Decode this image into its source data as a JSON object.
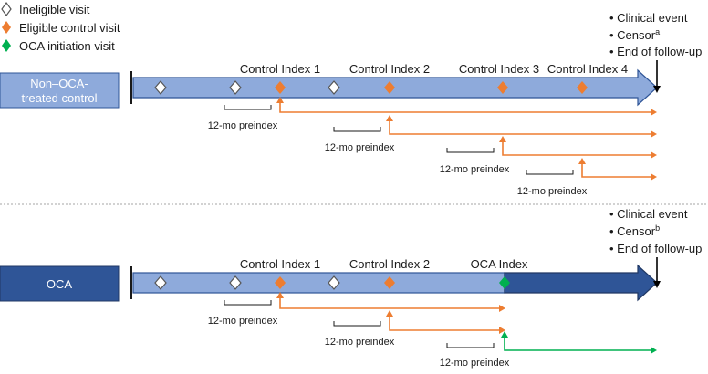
{
  "legend": {
    "ineligible": "Ineligible visit",
    "eligible": "Eligible control visit",
    "oca_initiation": "OCA initiation visit"
  },
  "colors": {
    "light_bar": "#8eaadb",
    "dark_bar": "#2f5597",
    "orange": "#ed7d31",
    "green": "#00b050",
    "divider": "#a6a6a6"
  },
  "panel_top": {
    "box_label_line1": "Non–OCA-",
    "box_label_line2": "treated control",
    "events": [
      "• Clinical event",
      "• Censor",
      "• End of follow-up"
    ],
    "censor_superscript": "a",
    "index_labels": [
      "Control Index 1",
      "Control Index 2",
      "Control Index 3",
      "Control Index 4"
    ],
    "preindex_labels": [
      "12-mo preindex",
      "12-mo preindex",
      "12-mo preindex",
      "12-mo preindex"
    ]
  },
  "panel_bottom": {
    "box_label": "OCA",
    "events": [
      "• Clinical event",
      "• Censor",
      "• End of follow-up"
    ],
    "censor_superscript": "b",
    "index_labels": [
      "Control Index 1",
      "Control Index 2",
      "OCA Index"
    ],
    "preindex_labels": [
      "12-mo preindex",
      "12-mo preindex",
      "12-mo preindex"
    ]
  }
}
